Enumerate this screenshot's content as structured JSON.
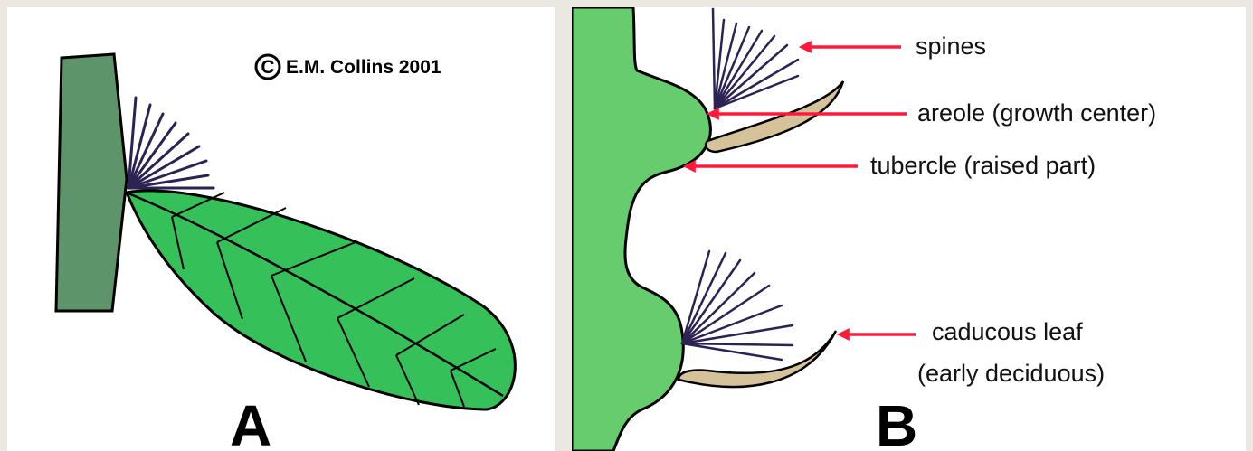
{
  "panel_a": {
    "copyright_symbol": "C",
    "copyright_text": "E.M. Collins 2001",
    "letter": "A"
  },
  "panel_b": {
    "letter": "B",
    "labels": {
      "spines": "spines",
      "areole": "areole (growth center)",
      "tubercle": "tubercle (raised part)",
      "leaf_line1": "caducous leaf",
      "leaf_line2": "(early deciduous)"
    }
  },
  "colors": {
    "background": "#ebe8e1",
    "stem_dark": "#5e946a",
    "leaf_green": "#36c05a",
    "stem_light": "#66cc6e",
    "leaf_tan": "#d6c29a",
    "spine": "#2c2352",
    "arrow": "#ff1a3c"
  }
}
